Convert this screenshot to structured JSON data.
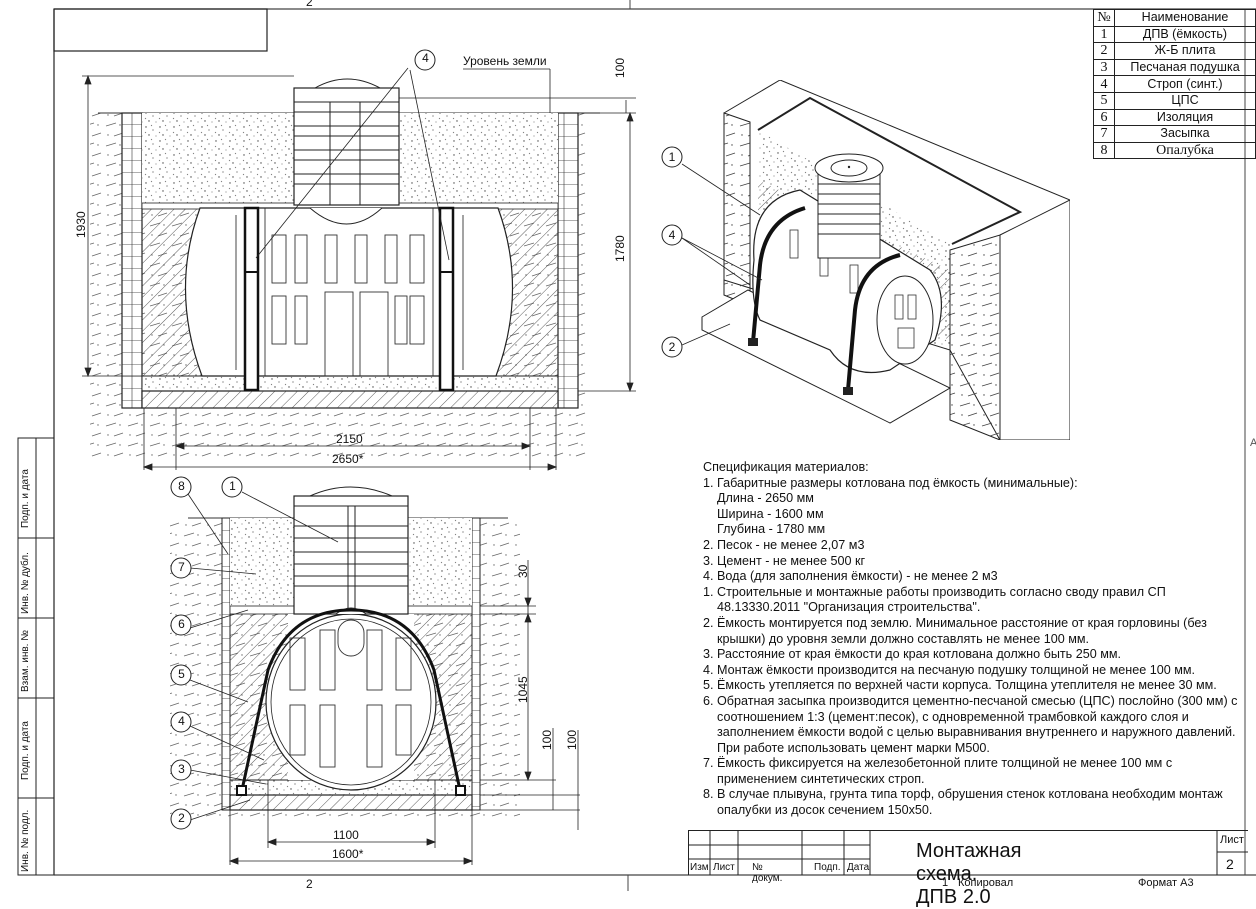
{
  "sheet": {
    "zone_top": "2",
    "zone_bottom_left": "2",
    "zone_bottom_right": "1",
    "copied_label": "Копировал",
    "format_label": "Формат А3",
    "edge_letter": "A"
  },
  "side_stamp": [
    "Подп. и дата",
    "Инв. № дубл.",
    "Взам. инв. №",
    "Подп. и дата",
    "Инв. № подл."
  ],
  "legend": {
    "header_no": "№",
    "header_name": "Наименование",
    "items": [
      {
        "no": "1",
        "name": "ДПВ (ёмкость)"
      },
      {
        "no": "2",
        "name": "Ж-Б плита"
      },
      {
        "no": "3",
        "name": "Песчаная подушка"
      },
      {
        "no": "4",
        "name": "Строп (синт.)"
      },
      {
        "no": "5",
        "name": "ЦПС"
      },
      {
        "no": "6",
        "name": "Изоляция"
      },
      {
        "no": "7",
        "name": "Засыпка"
      },
      {
        "no": "8",
        "name": "Опалубка"
      }
    ]
  },
  "front_view": {
    "ground_label": "Уровень земли",
    "callout": "4",
    "dims": {
      "height_total": "1930",
      "height_pit": "1780",
      "top_gap": "100",
      "tank_length": "2150",
      "pit_length": "2650*"
    }
  },
  "side_view": {
    "callouts": [
      "8",
      "1",
      "7",
      "6",
      "5",
      "4",
      "3",
      "2"
    ],
    "dims": {
      "insulation": "30",
      "tank_height": "1045",
      "sand": "100",
      "slab": "100",
      "tank_width": "1100",
      "pit_width": "1600*"
    }
  },
  "iso_view": {
    "callouts": [
      "1",
      "4",
      "2"
    ]
  },
  "notes": {
    "title": "Спецификация материалов:",
    "materials": [
      {
        "text": "1. Габаритные размеры котлована под ёмкость (минимальные):",
        "sub": [
          "Длина - 2650 мм",
          "Ширина - 1600 мм",
          "Глубина - 1780 мм"
        ]
      },
      {
        "text": "2. Песок - не менее 2,07 м3",
        "sub": []
      },
      {
        "text": "3. Цемент - не менее 500 кг",
        "sub": []
      },
      {
        "text": "4. Вода (для заполнения ёмкости) - не менее 2 м3",
        "sub": []
      }
    ],
    "requirements": [
      [
        "1. Строительные и монтажные работы производить согласно своду правил СП",
        "48.13330.2011 \"Организация строительства\"."
      ],
      [
        "2. Ёмкость монтируется под землю. Минимальное расстояние от края горловины (без",
        "крышки) до уровня земли должно составлять не менее 100 мм."
      ],
      [
        "3. Расстояние от края ёмкости до края котлована должно быть 250 мм."
      ],
      [
        "4. Монтаж ёмкости производится на песчаную подушку толщиной не менее 100 мм."
      ],
      [
        "5. Ёмкость утепляется по верхней части корпуса. Толщина утеплителя не менее 30 мм."
      ],
      [
        "6. Обратная засыпка производится цементно-песчаной смесью (ЦПС) послойно (300 мм) с",
        "соотношением 1:3 (цемент:песок), с одновременной трамбовкой каждого слоя и",
        "заполнением ёмкости водой с целью выравнивания внутреннего и наружного давлений.",
        "При работе использовать цемент марки М500."
      ],
      [
        "7. Ёмкость фиксируется на железобетонной плите толщиной не менее 100 мм с",
        "применением синтетических строп."
      ],
      [
        "8. В случае плывуна, грунта типа торф, обрушения стенок котлована необходим монтаж",
        "опалубки из досок сечением 150х50."
      ]
    ]
  },
  "title_block": {
    "title": "Монтажная схема. ДПВ 2.0",
    "sheet_label": "Лист",
    "sheet_no": "2",
    "columns": [
      "Изм.",
      "Лист",
      "№ докум.",
      "Подп.",
      "Дата"
    ]
  }
}
